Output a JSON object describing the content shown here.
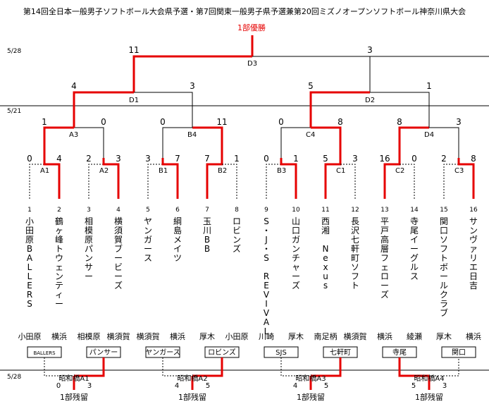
{
  "title": "第14回全日本一般男子ソフトボール大会県予選・第7回関東一般男子県予選兼第20回ミズノオープンソフトボール神奈川県大会",
  "champion": "1部優勝",
  "dates": {
    "final": "5/28",
    "early": "5/21",
    "placement": "5/28"
  },
  "matches": {
    "D3": {
      "label": "D3",
      "scores": [
        "11",
        "3"
      ]
    },
    "D1": {
      "label": "D1",
      "scores": [
        "4",
        "3"
      ]
    },
    "D2": {
      "label": "D2",
      "scores": [
        "5",
        "1"
      ]
    },
    "A3": {
      "label": "A3",
      "scores": [
        "1",
        "0"
      ]
    },
    "B4": {
      "label": "B4",
      "scores": [
        "0",
        "11"
      ]
    },
    "C4": {
      "label": "C4",
      "scores": [
        "0",
        "8"
      ]
    },
    "D4": {
      "label": "D4",
      "scores": [
        "8",
        "3"
      ]
    },
    "A1": {
      "label": "A1",
      "scores": [
        "0",
        "4"
      ]
    },
    "A2": {
      "label": "A2",
      "scores": [
        "2",
        "3"
      ]
    },
    "B1": {
      "label": "B1",
      "scores": [
        "3",
        "7"
      ]
    },
    "B2": {
      "label": "B2",
      "scores": [
        "7",
        "1"
      ]
    },
    "B3": {
      "label": "B3",
      "scores": [
        "0",
        "1"
      ]
    },
    "C1": {
      "label": "C1",
      "scores": [
        "5",
        "3"
      ]
    },
    "C2": {
      "label": "C2",
      "scores": [
        "16",
        "0"
      ]
    },
    "C3": {
      "label": "C3",
      "scores": [
        "2",
        "8"
      ]
    }
  },
  "teams": [
    {
      "num": "1",
      "name": "小田原BALLERS"
    },
    {
      "num": "2",
      "name": "鶴ヶ峰トウェンティー"
    },
    {
      "num": "3",
      "name": "相模原パンサー"
    },
    {
      "num": "4",
      "name": "横須賀ブービーズ"
    },
    {
      "num": "5",
      "name": "ヤンガース"
    },
    {
      "num": "6",
      "name": "綱島メイツ"
    },
    {
      "num": "7",
      "name": "玉川BB"
    },
    {
      "num": "8",
      "name": "ロビンズ"
    },
    {
      "num": "9",
      "name": "S・J・S　REVIVAL"
    },
    {
      "num": "10",
      "name": "山口ガンチャーズ"
    },
    {
      "num": "11",
      "name": "西湘　Nexus"
    },
    {
      "num": "12",
      "name": "長沢七軒町ソフト"
    },
    {
      "num": "13",
      "name": "平戸高層フェローズ"
    },
    {
      "num": "14",
      "name": "寺尾イーグルス"
    },
    {
      "num": "15",
      "name": "関口ソフトボールクラブ"
    },
    {
      "num": "16",
      "name": "サンヴァリエ日吉"
    }
  ],
  "placement": {
    "regions": [
      "小田原",
      "横浜",
      "相模原",
      "横須賀",
      "横須賀",
      "横浜",
      "厚木",
      "小田原",
      "川崎",
      "厚木",
      "南足柄",
      "横須賀",
      "横浜",
      "綾瀬",
      "厚木",
      "横浜"
    ],
    "boxes": [
      "BALLERS",
      "パンサー",
      "ヤンガース",
      "ロビンズ",
      "SJS",
      "七軒町",
      "寺尾",
      "関口"
    ],
    "matches": [
      {
        "label": "昭和橋A1",
        "scores": [
          "0",
          "3"
        ],
        "result": "1部残留"
      },
      {
        "label": "昭和橋A2",
        "scores": [
          "4",
          "5"
        ],
        "result": "1部残留"
      },
      {
        "label": "昭和橋A3",
        "scores": [
          "4",
          "5"
        ],
        "result": "1部残留"
      },
      {
        "label": "昭和橋A4",
        "scores": [
          "5",
          "3"
        ],
        "result": "1部残留"
      }
    ]
  }
}
